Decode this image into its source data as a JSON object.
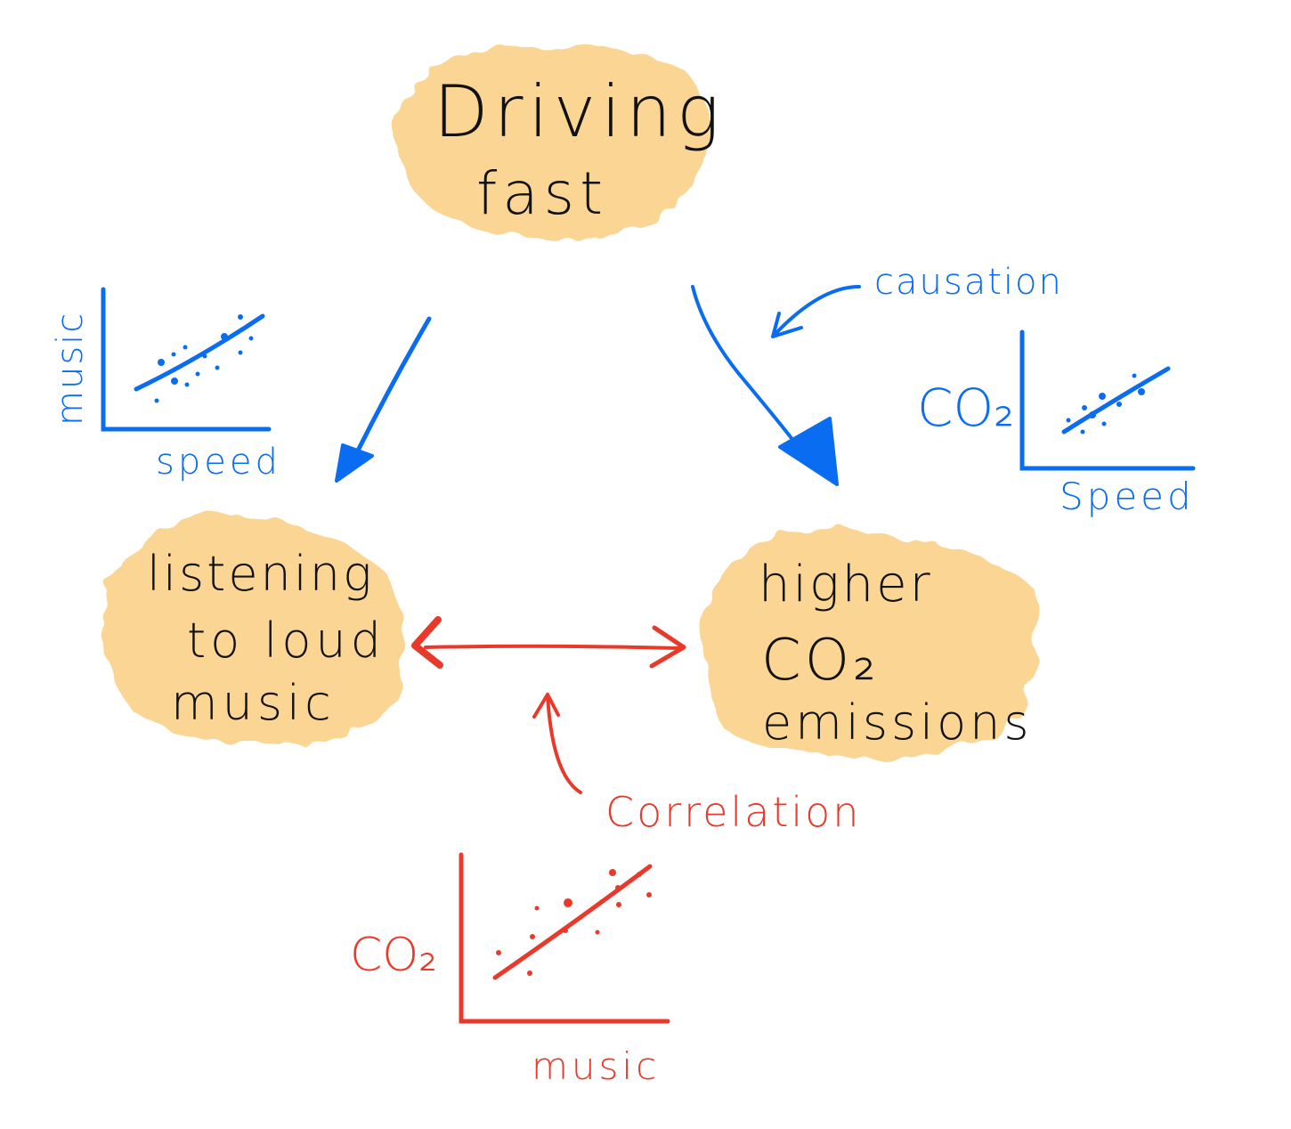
{
  "colors": {
    "blob": "#fbd594",
    "ink": "#111111",
    "causation": "#0a6cf0",
    "correlation": "#e8392a",
    "background": "#ffffff"
  },
  "nodes": {
    "cause": {
      "lines": [
        "Driving",
        "fast"
      ]
    },
    "effect_a": {
      "lines": [
        "listening",
        "to loud",
        "music"
      ]
    },
    "effect_b": {
      "lines": [
        "higher",
        "CO₂",
        "emissions"
      ]
    }
  },
  "annotations": {
    "causation": "causation",
    "correlation": "Correlation"
  },
  "edges": [
    {
      "from": "cause",
      "to": "effect_a",
      "type": "causation",
      "direction": "one-way"
    },
    {
      "from": "cause",
      "to": "effect_b",
      "type": "causation",
      "direction": "one-way"
    },
    {
      "from": "effect_a",
      "to": "effect_b",
      "type": "correlation",
      "direction": "two-way"
    }
  ],
  "mini_plots": [
    {
      "id": "speed-music",
      "color": "causation",
      "ylabel": "music",
      "xlabel": "speed",
      "trend": "positive"
    },
    {
      "id": "speed-co2",
      "color": "causation",
      "ylabel": "CO₂",
      "xlabel": "Speed",
      "trend": "positive"
    },
    {
      "id": "music-co2",
      "color": "correlation",
      "ylabel": "CO₂",
      "xlabel": "music",
      "trend": "positive"
    }
  ]
}
